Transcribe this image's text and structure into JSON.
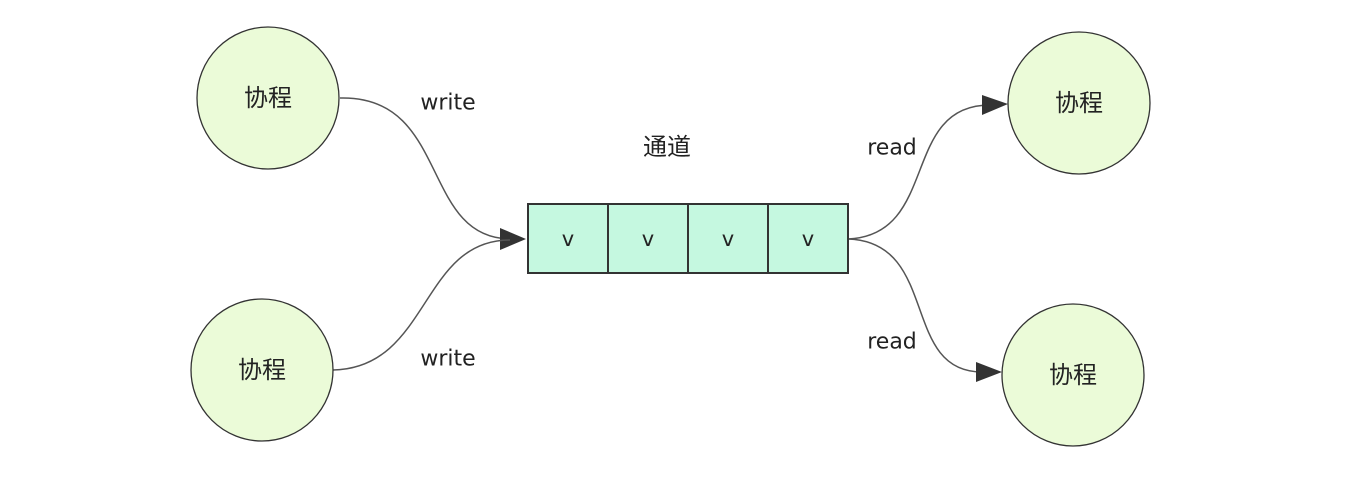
{
  "colors": {
    "node_fill": "#ebfbd8",
    "slot_fill": "#c5f8e0",
    "stroke": "#333333"
  },
  "writers": [
    {
      "label": "协程",
      "edge_label": "write"
    },
    {
      "label": "协程",
      "edge_label": "write"
    }
  ],
  "channel": {
    "title": "通道",
    "slots": [
      "v",
      "v",
      "v",
      "v"
    ]
  },
  "readers": [
    {
      "label": "协程",
      "edge_label": "read"
    },
    {
      "label": "协程",
      "edge_label": "read"
    }
  ]
}
